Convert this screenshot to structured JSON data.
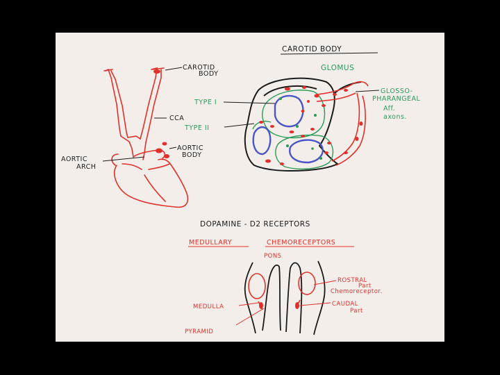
{
  "colors": {
    "frame": "#000000",
    "paper": "#f4eeea",
    "ink_black": "#1a1a1a",
    "ink_red": "#e0302a",
    "ink_green": "#2a9a5a",
    "ink_blue": "#4a55c8"
  },
  "carotid": {
    "title": "CAROTID BODY",
    "glomus": "GLOMUS",
    "type1": "TYPE I",
    "type2": "TYPE II",
    "nerve_line1": "GLOSSO-",
    "nerve_line2": "PHARANGEAL",
    "nerve_line3": "Aff.",
    "nerve_line4": "axons."
  },
  "vessels": {
    "carotid_line1": "CAROTID",
    "carotid_line2": "BODY",
    "cca": "CCA",
    "aortic_body_line1": "AORTIC",
    "aortic_body_line2": "BODY",
    "aortic_arch_line1": "AORTIC",
    "aortic_arch_line2": "ARCH"
  },
  "medulla": {
    "heading": "DOPAMINE - D2 RECEPTORS",
    "sub_left": "MEDULLARY",
    "sub_right": "CHEMORECEPTORS",
    "pons": "PONS",
    "medulla_label": "MEDULLA",
    "pyramid": "PYRAMID",
    "rostral_line1": "ROSTRAL",
    "rostral_line2": "Part",
    "rostral_line3": "Chemoreceptor.",
    "caudal_line1": "CAUDAL",
    "caudal_line2": "Part"
  }
}
